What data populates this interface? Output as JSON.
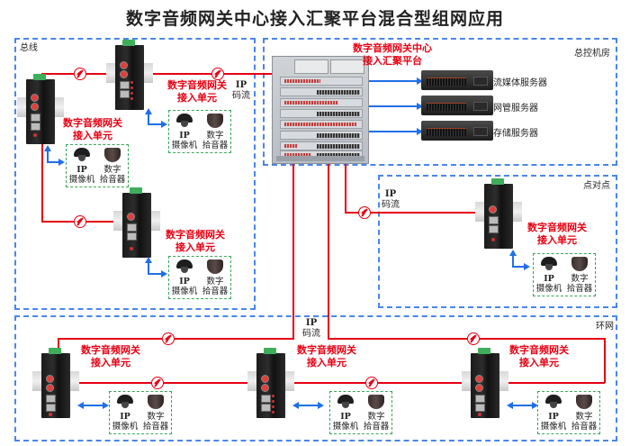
{
  "title": "数字音频网关中心接入汇聚平台混合型组网应用",
  "colors": {
    "fiber_line": "#e60012",
    "ethernet_arrow": "#1f6fe8",
    "zone_border": "#4a86e8",
    "endpoint_border": "#3aa55a"
  },
  "zones": {
    "bus": "总线",
    "control_room": "总控机房",
    "point_to_point": "点对点",
    "ring": "环网"
  },
  "center": {
    "label_line1": "数字音频网关中心",
    "label_line2": "接入汇聚平台"
  },
  "servers": [
    {
      "label": "流媒体服务器"
    },
    {
      "label": "网管服务器"
    },
    {
      "label": "存储服务器"
    }
  ],
  "unit": {
    "line1": "数字音频网关",
    "line2": "接入单元"
  },
  "endpoints": {
    "camera_line1": "IP",
    "camera_line2": "摄像机",
    "mic_line1": "数字",
    "mic_line2": "拾音器"
  },
  "stream": {
    "line1": "IP",
    "line2": "码流"
  }
}
